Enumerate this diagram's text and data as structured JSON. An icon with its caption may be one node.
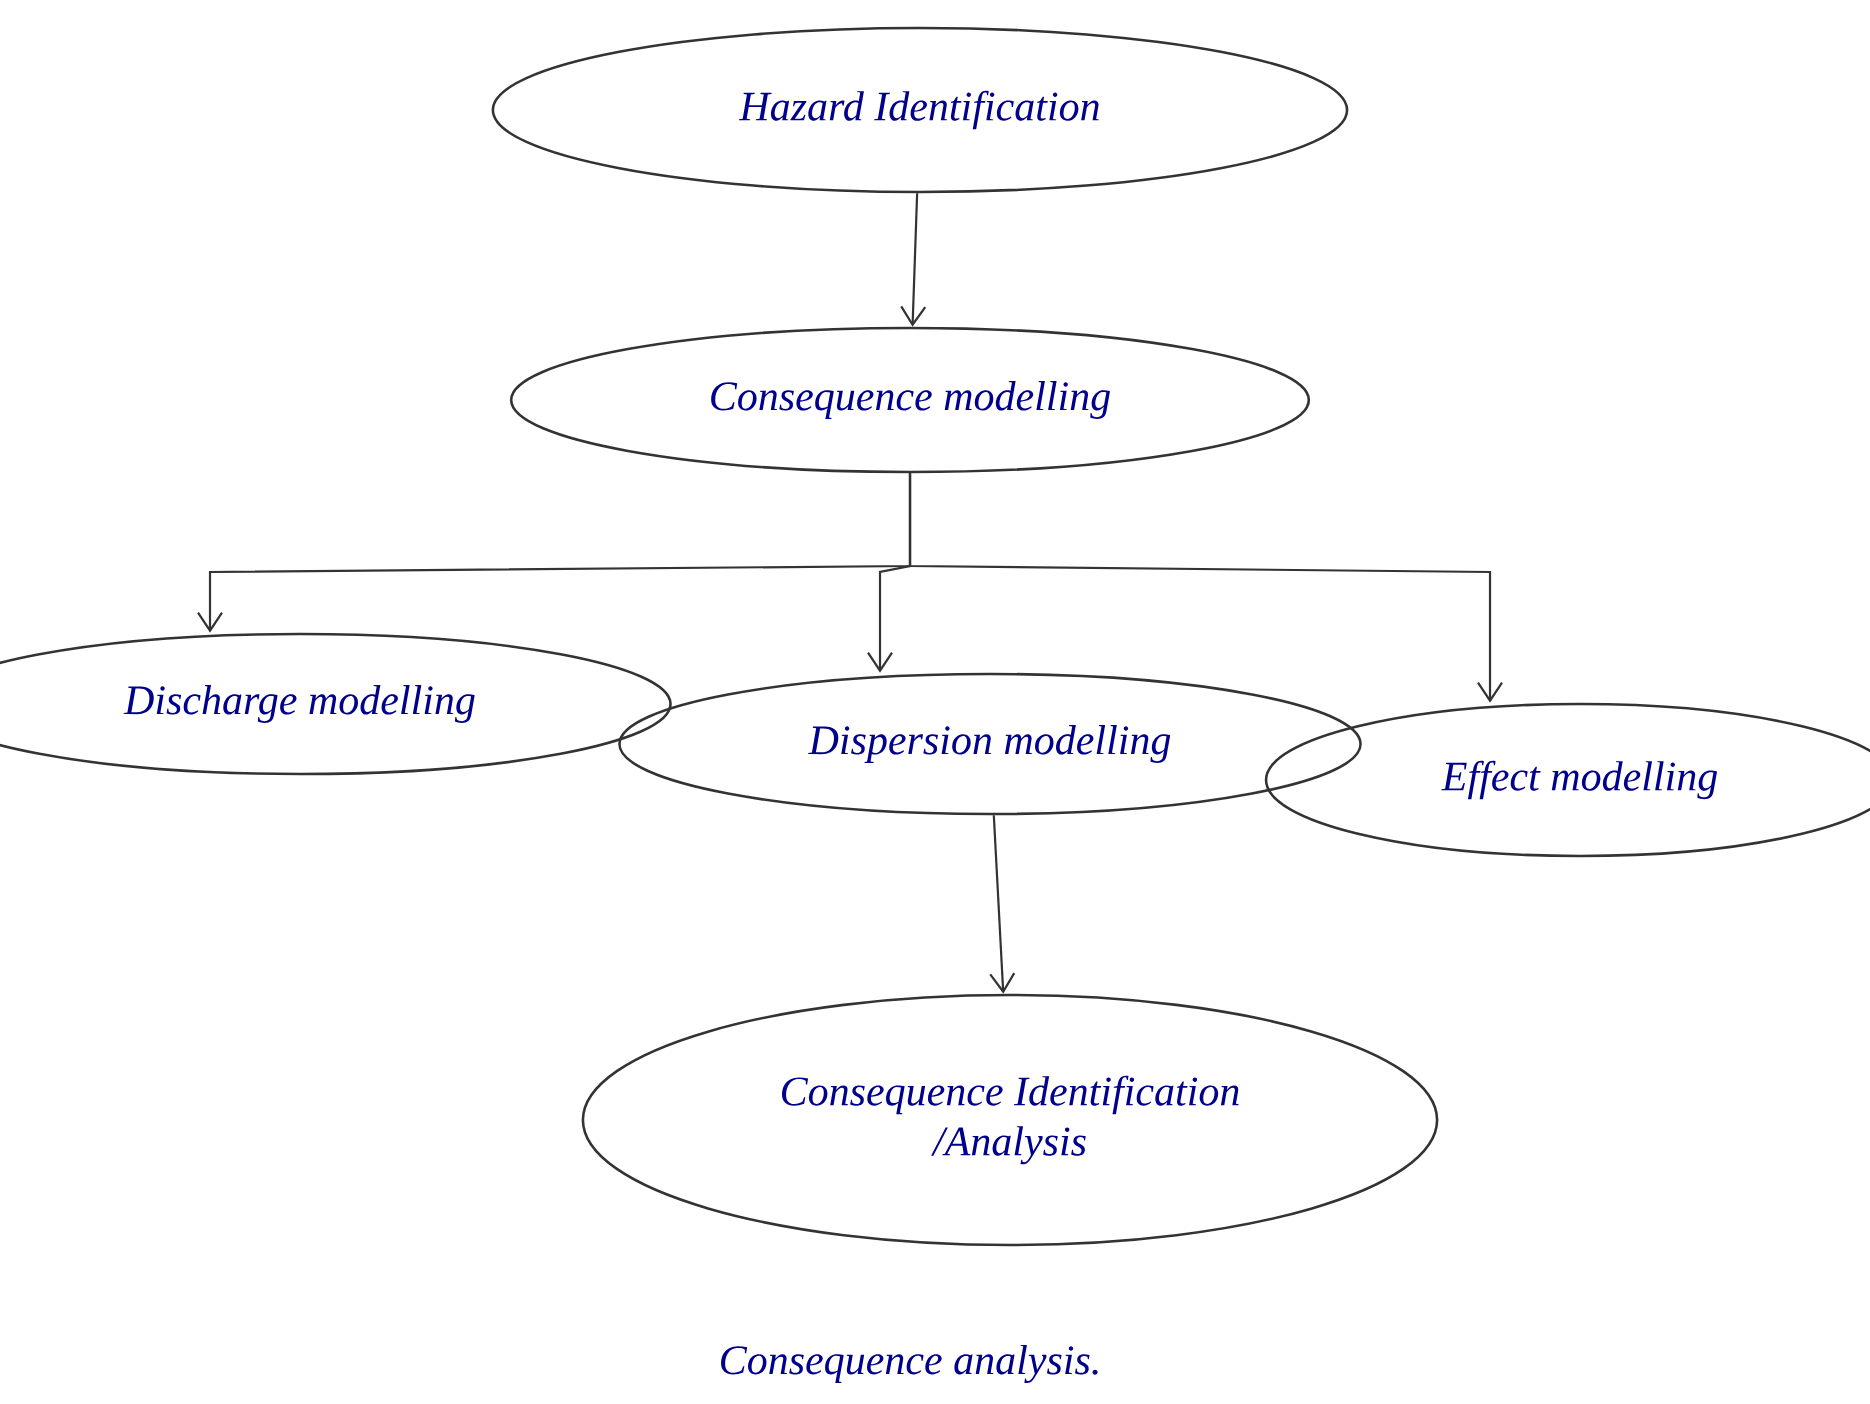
{
  "diagram": {
    "caption": "Consequence analysis.",
    "nodes": [
      {
        "text": [
          "Hazard Identification"
        ]
      },
      {
        "text": [
          "Consequence modelling"
        ]
      },
      {
        "text": [
          "Discharge modelling"
        ]
      },
      {
        "text": [
          "Dispersion modelling"
        ]
      },
      {
        "text": [
          "Effect modelling"
        ]
      },
      {
        "text": [
          "Consequence Identification /Analysis"
        ]
      }
    ],
    "edges": [
      {
        "from": 0,
        "to": 1,
        "arrow": "to"
      },
      {
        "from": 1,
        "to": 2,
        "arrow": "to"
      },
      {
        "from": 1,
        "to": 3,
        "arrow": "to"
      },
      {
        "from": 1,
        "to": 4,
        "arrow": "to"
      },
      {
        "from": 3,
        "to": 5,
        "arrow": "to"
      }
    ]
  }
}
